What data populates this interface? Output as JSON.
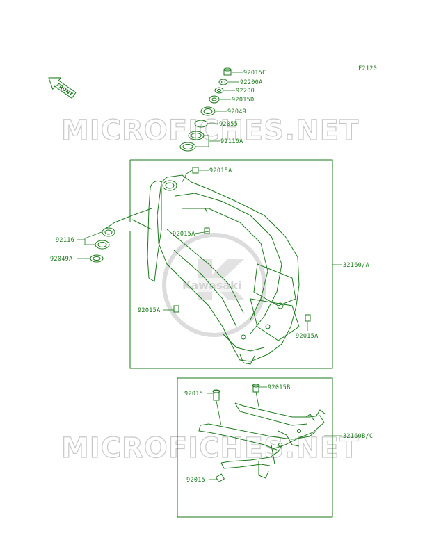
{
  "diagram_code": "F2120",
  "front_label": "FRONT",
  "watermark": "MICROFICHES.NET",
  "logo_text": "Kawasaki",
  "colors": {
    "line": "#1a7a1a",
    "watermark": "#c9c9c9",
    "logo": "#dcdcdc"
  },
  "parts": {
    "p92015C": "92015C",
    "p92200A": "92200A",
    "p92200": "92200",
    "p92015D": "92015D",
    "p92049": "92049",
    "p92055": "92055",
    "p92116A": "92116A",
    "p92015A_top": "92015A",
    "p92015A_mid": "92015A",
    "p92116": "92116",
    "p92049A": "92049A",
    "p92015A_left": "92015A",
    "p92015A_right": "92015A",
    "p32160A": "32160/A",
    "p92015": "92015",
    "p92015B": "92015B",
    "p32160BC": "32160B/C",
    "p92015_low": "92015"
  }
}
